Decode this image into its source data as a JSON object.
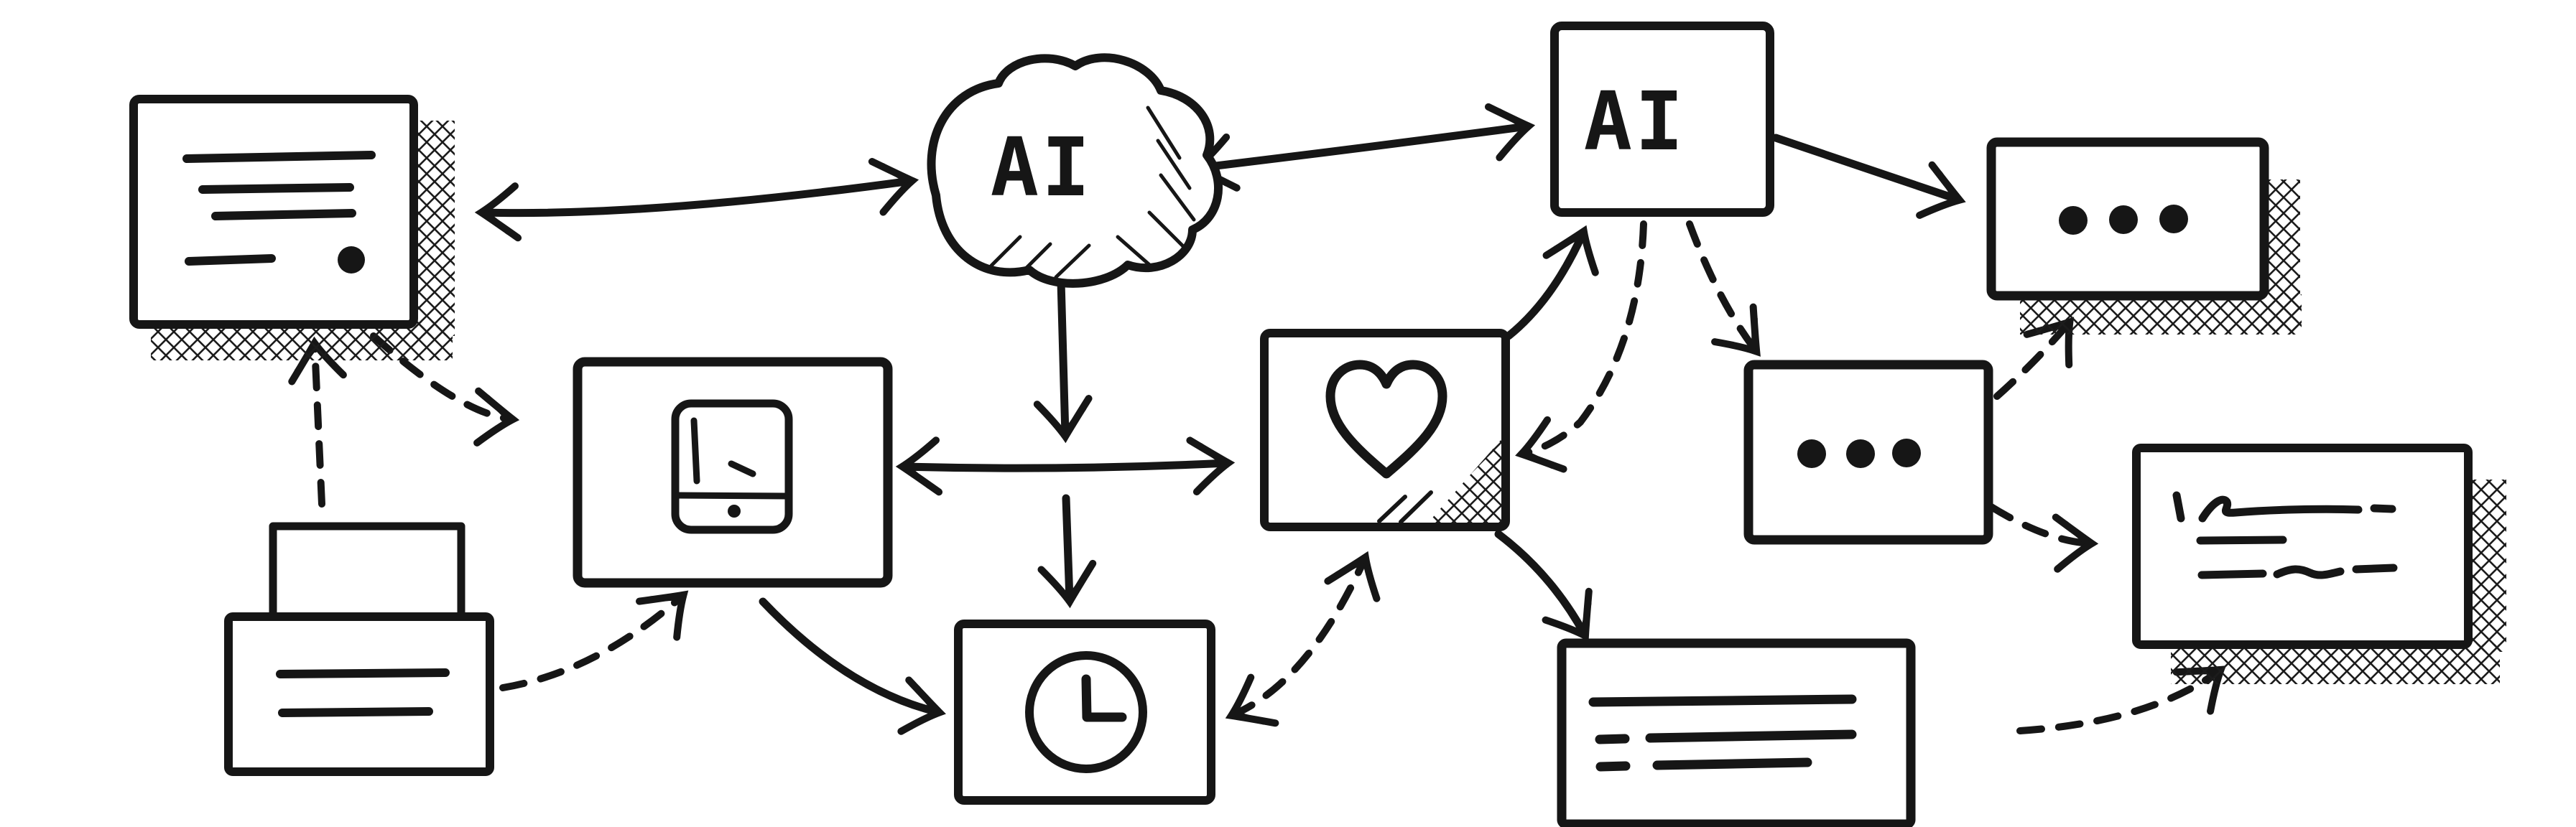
{
  "diagram": {
    "kind": "hand-drawn flowchart sketch",
    "colors": {
      "ink": "#161616",
      "paper": "#ffffff"
    },
    "labels": {
      "cloud": "AI",
      "chip": "AI"
    },
    "nodes": [
      {
        "id": "report-card",
        "name": "document card with text lines and dot",
        "icon": "document-lines-icon",
        "shadow": "crosshatch"
      },
      {
        "id": "ai-cloud",
        "name": "AI cloud",
        "label": "AI",
        "shadow": "pen-hatch"
      },
      {
        "id": "ai-chip",
        "name": "AI box",
        "label": "AI",
        "fill": "partial-crosshatch"
      },
      {
        "id": "dots-top",
        "name": "ellipsis box top right",
        "icon": "ellipsis-icon",
        "shadow": "crosshatch"
      },
      {
        "id": "tablet",
        "name": "tablet device box",
        "icon": "tablet-icon"
      },
      {
        "id": "heart",
        "name": "heart box",
        "icon": "heart-icon",
        "fill": "corner-crosshatch"
      },
      {
        "id": "dots-mid",
        "name": "ellipsis box middle right",
        "icon": "ellipsis-icon"
      },
      {
        "id": "note",
        "name": "handwritten note box",
        "icon": "scribble-note-icon",
        "shadow": "crosshatch"
      },
      {
        "id": "printer",
        "name": "printer",
        "icon": "printer-icon"
      },
      {
        "id": "clock",
        "name": "clock box",
        "icon": "clock-icon",
        "fill": "crosshatch"
      },
      {
        "id": "console",
        "name": "hatched text panel",
        "icon": "text-lines-icon",
        "fill": "crosshatch"
      }
    ],
    "edges": [
      {
        "from": "report-card",
        "to": "ai-cloud",
        "style": "solid",
        "arrows": "both"
      },
      {
        "from": "ai-cloud",
        "to": "ai-chip",
        "style": "solid",
        "arrows": "both"
      },
      {
        "from": "ai-chip",
        "to": "dots-top",
        "style": "solid",
        "arrows": "end"
      },
      {
        "from": "ai-cloud",
        "to": "tablet-heart-link",
        "style": "solid",
        "arrows": "end"
      },
      {
        "from": "tablet",
        "to": "heart",
        "style": "solid",
        "arrows": "both"
      },
      {
        "from": "tablet-heart-link",
        "to": "clock",
        "style": "solid",
        "arrows": "end"
      },
      {
        "from": "heart",
        "to": "ai-chip",
        "style": "solid",
        "arrows": "end"
      },
      {
        "from": "heart",
        "to": "console",
        "style": "solid",
        "arrows": "end"
      },
      {
        "from": "tablet",
        "to": "clock",
        "style": "solid",
        "arrows": "end"
      },
      {
        "from": "printer",
        "to": "report-card",
        "style": "dashed",
        "arrows": "end"
      },
      {
        "from": "report-card",
        "to": "tablet",
        "style": "dashed",
        "arrows": "end"
      },
      {
        "from": "printer",
        "to": "tablet",
        "style": "dashed",
        "arrows": "end"
      },
      {
        "from": "clock",
        "to": "heart",
        "style": "dashed",
        "arrows": "both"
      },
      {
        "from": "ai-chip",
        "to": "heart",
        "style": "dashed",
        "arrows": "end"
      },
      {
        "from": "ai-chip",
        "to": "dots-mid",
        "style": "dashed",
        "arrows": "end"
      },
      {
        "from": "dots-mid",
        "to": "dots-top",
        "style": "dashed",
        "arrows": "end"
      },
      {
        "from": "dots-mid",
        "to": "note",
        "style": "dashed",
        "arrows": "end"
      },
      {
        "from": "console",
        "to": "note",
        "style": "dashed",
        "arrows": "end"
      }
    ]
  }
}
